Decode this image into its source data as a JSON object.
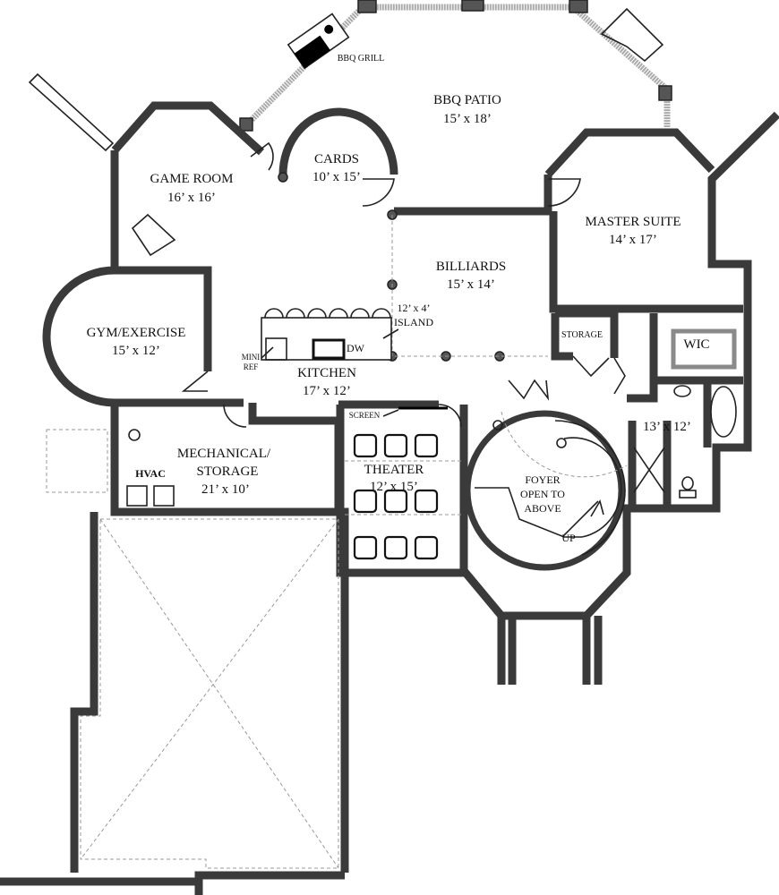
{
  "rooms": {
    "bbq_grill": "BBQ GRILL",
    "bbq_patio": {
      "name": "BBQ PATIO",
      "size": "15’ x 18’"
    },
    "cards": {
      "name": "CARDS",
      "size": "10’ x 15’"
    },
    "game_room": {
      "name": "GAME ROOM",
      "size": "16’ x 16’"
    },
    "master_suite": {
      "name": "MASTER SUITE",
      "size": "14’ x 17’"
    },
    "billiards": {
      "name": "BILLIARDS",
      "size": "15’ x 14’"
    },
    "gym": {
      "name": "GYM/EXERCISE",
      "size": "15’ x 12’"
    },
    "island": {
      "size": "12’ x 4’",
      "name": "ISLAND"
    },
    "mini_ref": {
      "line1": "MINI",
      "line2": "REF"
    },
    "dw": "DW",
    "kitchen": {
      "name": "KITCHEN",
      "size": "17’ x 12’"
    },
    "storage": "STORAGE",
    "wic": "WIC",
    "bath": {
      "size": "13’ x 12’"
    },
    "screen": "SCREEN",
    "mechanical": {
      "line1": "MECHANICAL/",
      "line2": "STORAGE",
      "size": "21’ x 10’"
    },
    "hvac": "HVAC",
    "theater": {
      "name": "THEATER",
      "size": "12’ x 15’"
    },
    "foyer": {
      "line1": "FOYER",
      "line2": "OPEN TO",
      "line3": "ABOVE"
    },
    "up": "UP"
  }
}
